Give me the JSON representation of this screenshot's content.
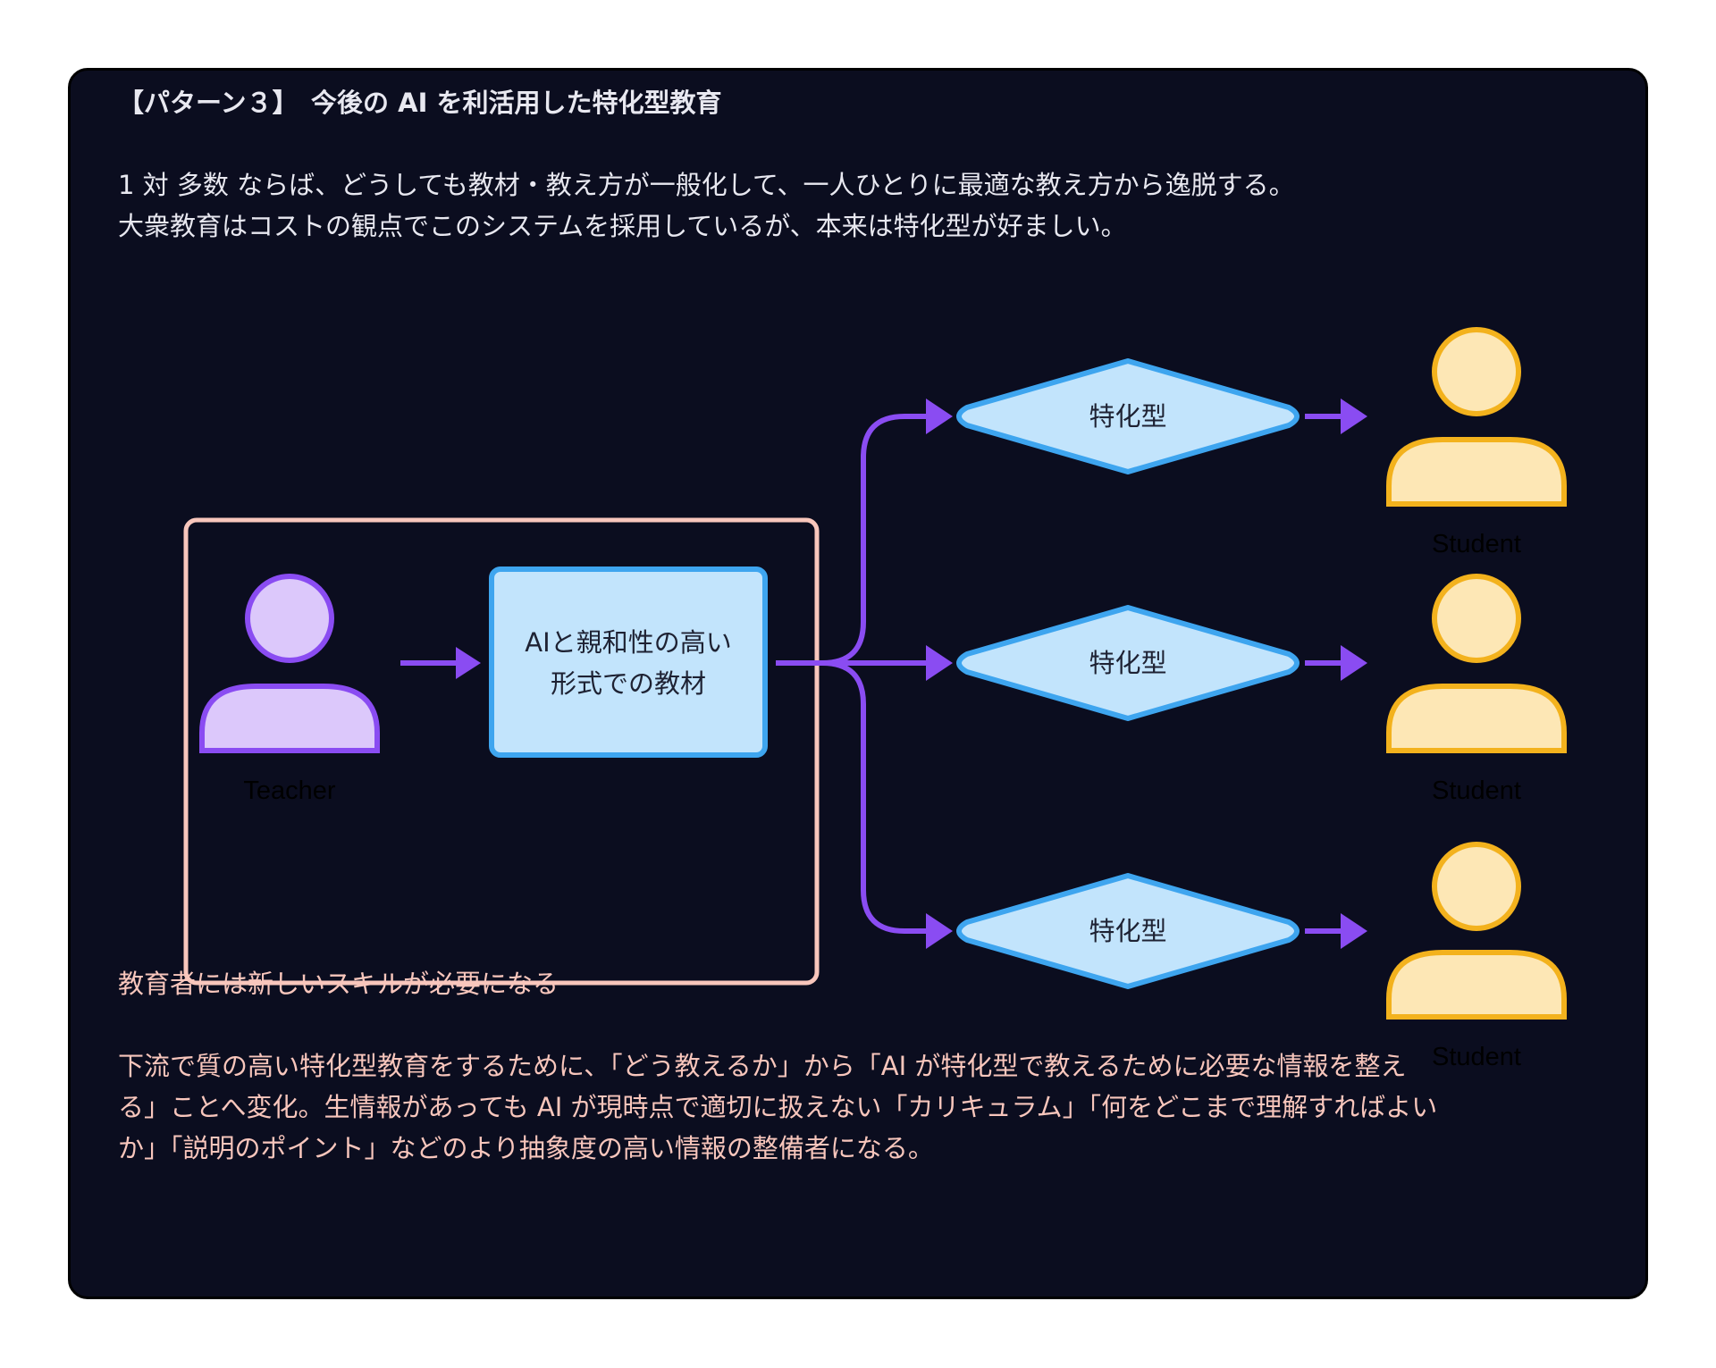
{
  "title": "【パターン３】　今後の AI を利活用した特化型教育",
  "intro_lines": [
    "1 対 多数 ならば、どうしても教材・教え方が一般化して、一人ひとりに最適な教え方から逸脱する。",
    "大衆教育はコストの観点でこのシステムを採用しているが、本来は特化型が好ましい。"
  ],
  "diagram": {
    "teacher_label": "Teacher",
    "material_lines": [
      "AIと親和性の高い",
      "形式での教材"
    ],
    "specialized_label": "特化型",
    "student_label": "Student",
    "colors": {
      "background": "#0b0d1f",
      "arrow": "#8a4cf2",
      "frame": "#f8c6bc",
      "teacher_fill": "#dcc8fb",
      "teacher_stroke": "#8a4cf2",
      "box_fill": "#c2e4fc",
      "box_stroke": "#3ea5ef",
      "student_fill": "#fde7b5",
      "student_stroke": "#f3b21d"
    }
  },
  "section": {
    "heading": "教育者には新しいスキルが必要になる",
    "body_lines": [
      "下流で質の高い特化型教育をするために、「どう教えるか」から「AI が特化型で教えるために必要な情報を整え",
      "る」ことへ変化。生情報があっても AI が現時点で適切に扱えない「カリキュラム」「何をどこまで理解すればよい",
      "か」「説明のポイント」などのより抽象度の高い情報の整備者になる。"
    ]
  }
}
